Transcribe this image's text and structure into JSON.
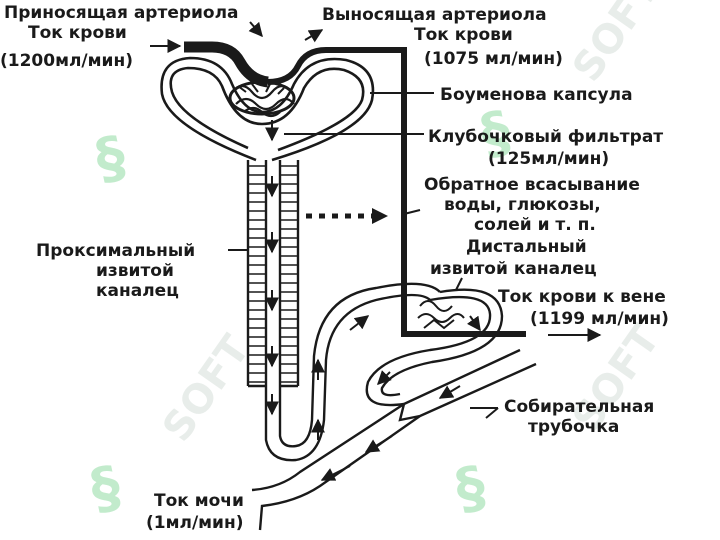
{
  "labels": {
    "afferent_title": "Приносящая артериола",
    "afferent_flow": "Ток крови",
    "afferent_rate": "(1200мл/мин)",
    "efferent_title": "Выносящая артериола",
    "efferent_flow": "Ток крови",
    "efferent_rate": "(1075 мл/мин)",
    "bowman": "Боуменова капсула",
    "filtrate": "Клубочковый фильтрат",
    "filtrate_rate": "(125мл/мин)",
    "reabs_1": "Обратное всасывание",
    "reabs_2": "воды, глюкозы,",
    "reabs_3": "солей и т. п.",
    "prox_1": "Проксимальный",
    "prox_2": "извитой",
    "prox_3": "каналец",
    "distal_1": "Дистальный",
    "distal_2": "извитой каналец",
    "vein_flow": "Ток крови к вене",
    "vein_rate": "(1199 мл/мин)",
    "collect_1": "Собирательная",
    "collect_2": "трубочка",
    "urine_1": "Ток мочи",
    "urine_2": "(1мл/мин)"
  },
  "watermark": {
    "glyph": "§",
    "text": "SOFT"
  },
  "colors": {
    "ink": "#1a1a1a",
    "watermark_green": "#b8e8c4",
    "background": "#ffffff"
  }
}
